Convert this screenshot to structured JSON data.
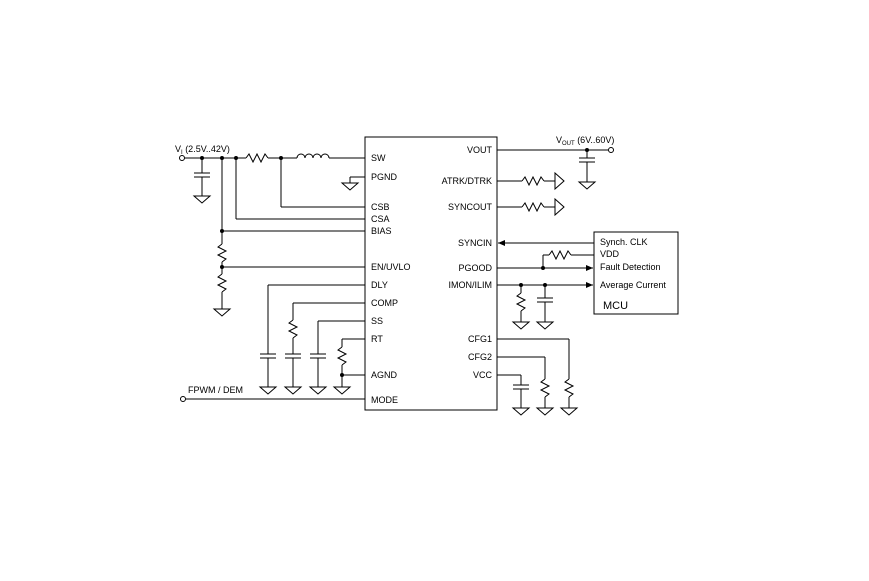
{
  "chip": {
    "left_pins": {
      "sw": "SW",
      "pgnd": "PGND",
      "csb": "CSB",
      "csa": "CSA",
      "bias": "BIAS",
      "en_uvlo": "EN/UVLO",
      "dly": "DLY",
      "comp": "COMP",
      "ss": "SS",
      "rt": "RT",
      "agnd": "AGND",
      "mode": "MODE"
    },
    "right_pins": {
      "vout": "VOUT",
      "atrk": "ATRK/DTRK",
      "syncout": "SYNCOUT",
      "syncin": "SYNCIN",
      "pgood": "PGOOD",
      "imon": "IMON/ILIM",
      "cfg1": "CFG1",
      "cfg2": "CFG2",
      "vcc": "VCC"
    }
  },
  "input": {
    "v_main": "V",
    "v_sub": "I",
    "range": " (2.5V..42V)"
  },
  "output": {
    "v_main": "V",
    "v_sub": "OUT",
    "range": " (6V..60V)"
  },
  "mode_input": "FPWM / DEM",
  "mcu": {
    "title": "MCU",
    "sync_clk": "Synch. CLK",
    "vdd": "VDD",
    "fault": "Fault Detection",
    "avg_current": "Average Current"
  }
}
